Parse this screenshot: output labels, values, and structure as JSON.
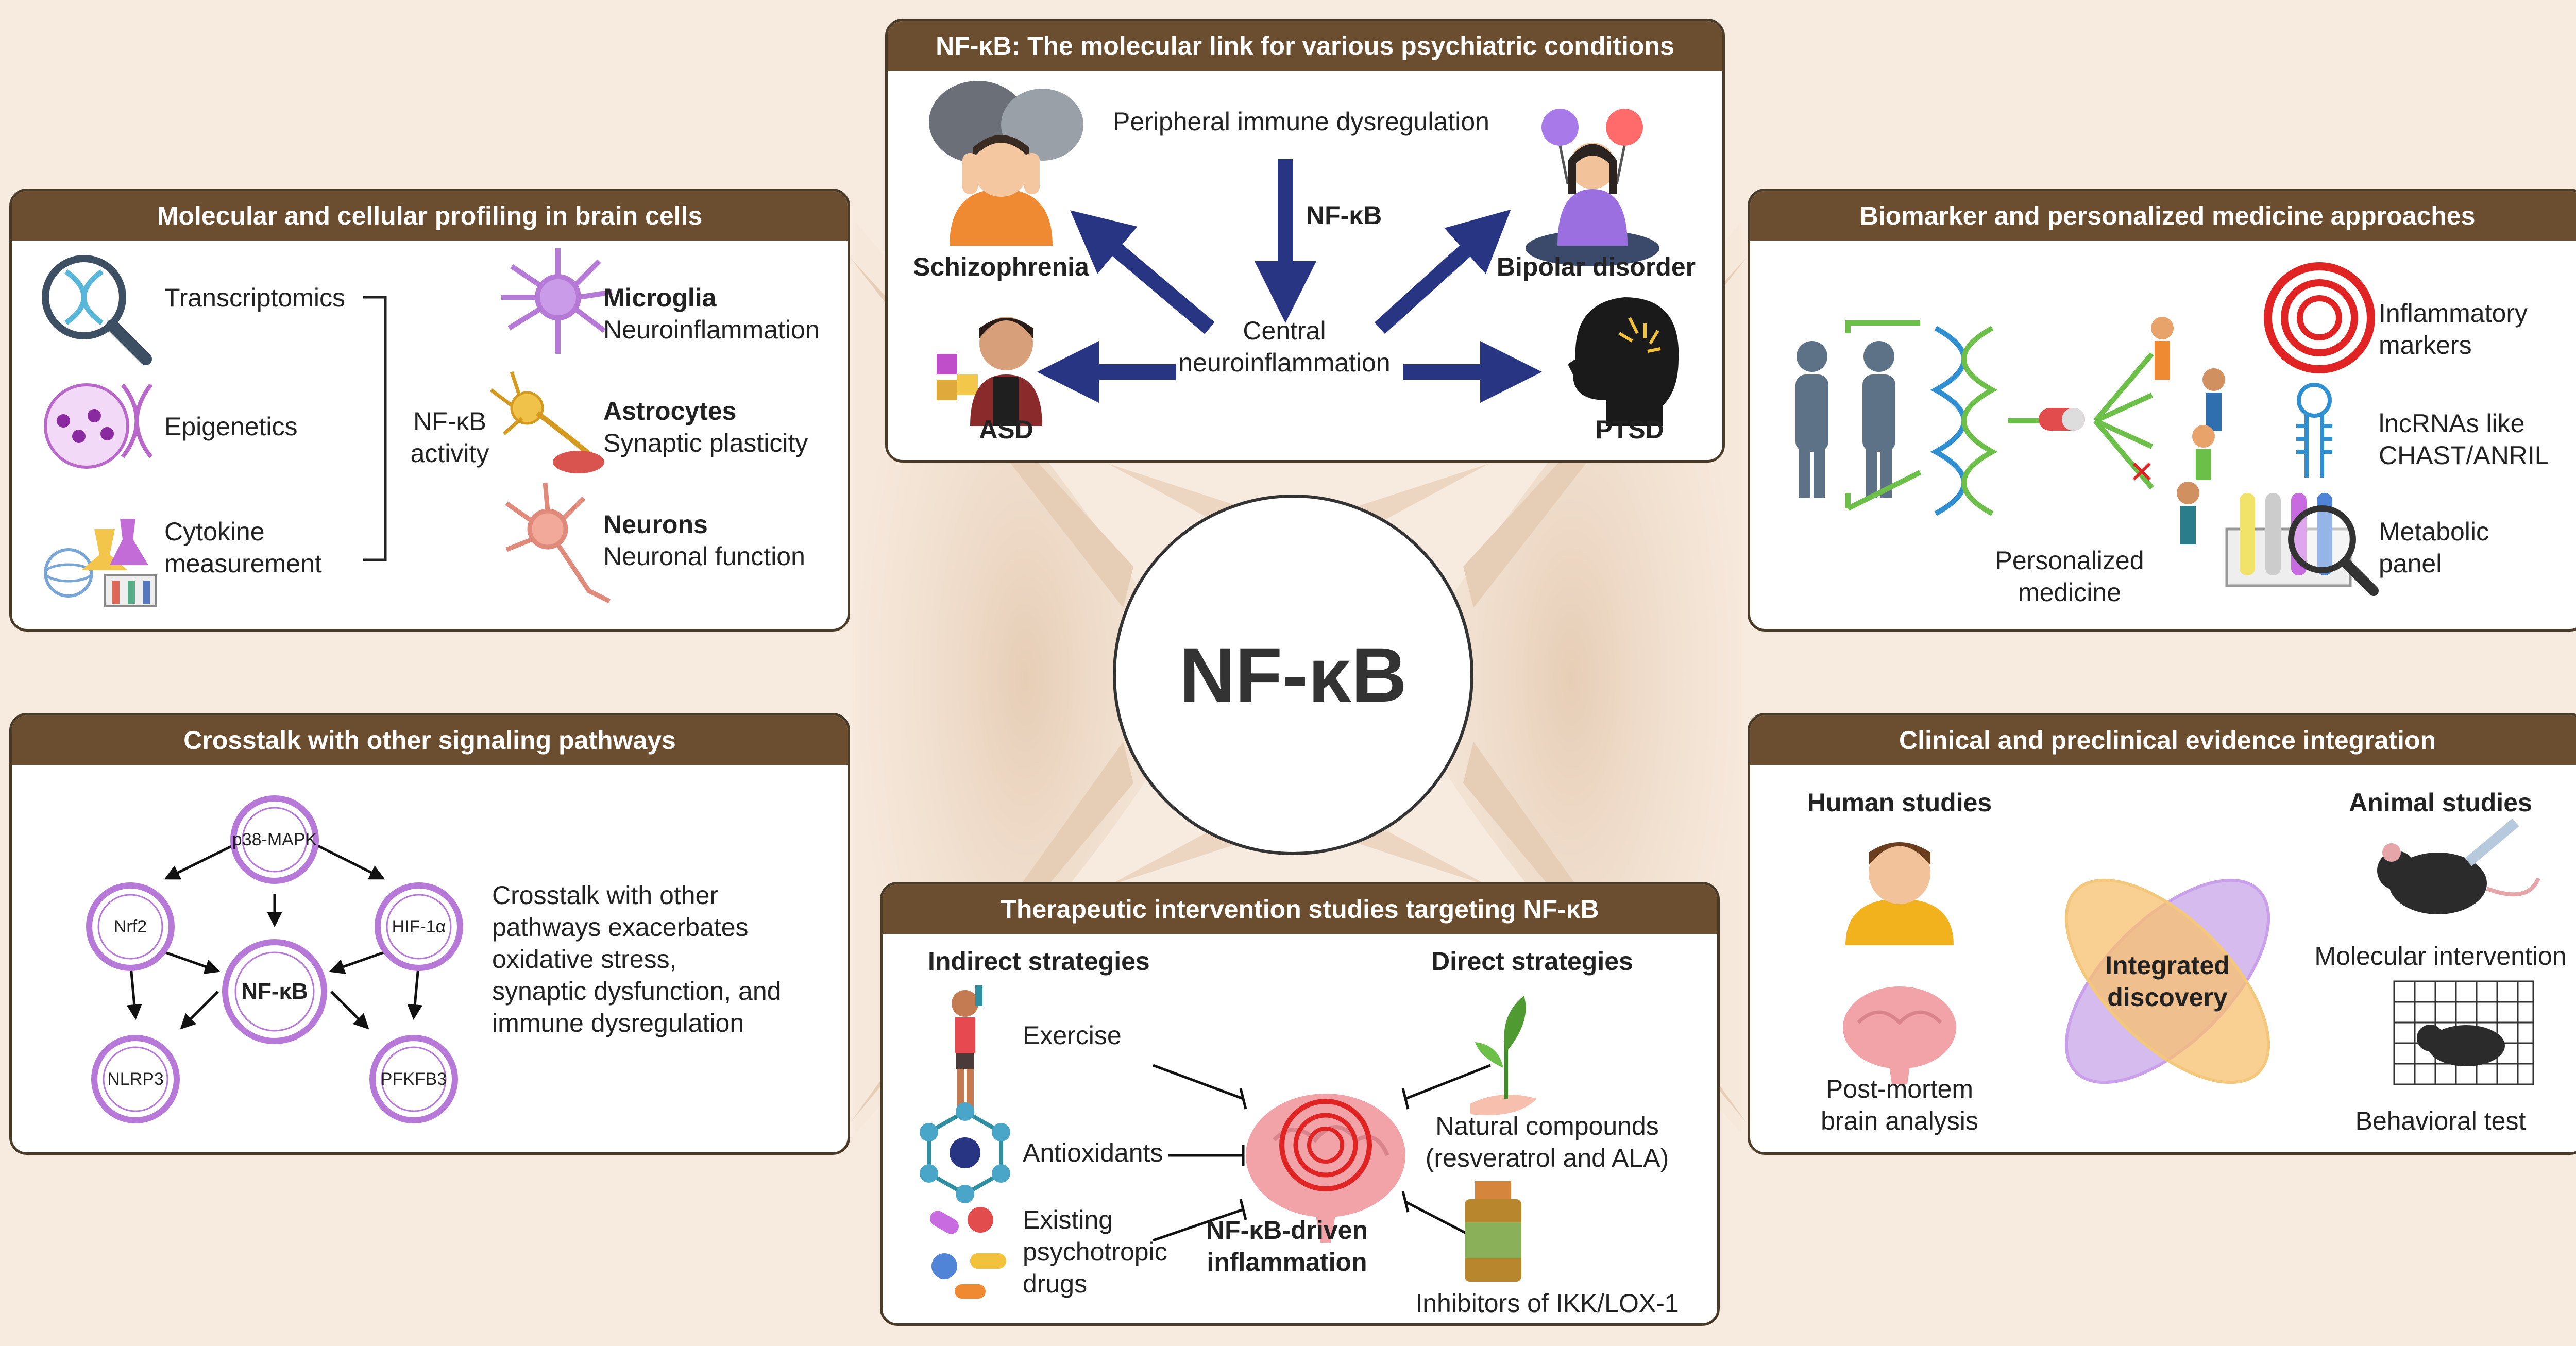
{
  "center": {
    "title": "NF-κB"
  },
  "psych": {
    "header": "NF-κB: The molecular link for various psychiatric conditions",
    "peripheral": "Peripheral immune dysregulation",
    "nfkb": "NF-κB",
    "central_line1": "Central",
    "central_line2": "neuroinflammation",
    "schizophrenia": "Schizophrenia",
    "bipolar": "Bipolar disorder",
    "asd": "ASD",
    "ptsd": "PTSD"
  },
  "molecular": {
    "header": "Molecular and cellular profiling in brain cells",
    "transcriptomics": "Transcriptomics",
    "epigenetics": "Epigenetics",
    "cytokine_line1": "Cytokine",
    "cytokine_line2": "measurement",
    "activity_line1": "NF-κB",
    "activity_line2": "activity",
    "cells": [
      {
        "name": "Microglia",
        "function": "Neuroinflammation"
      },
      {
        "name": "Astrocytes",
        "function": "Synaptic plasticity"
      },
      {
        "name": "Neurons",
        "function": "Neuronal function"
      }
    ]
  },
  "biomarker": {
    "header": "Biomarker and personalized medicine approaches",
    "personalized_line1": "Personalized",
    "personalized_line2": "medicine",
    "inflammatory_line1": "Inflammatory",
    "inflammatory_line2": "markers",
    "lncrna_line1": "lncRNAs like",
    "lncrna_line2": "CHAST/ANRIL",
    "metabolic_line1": "Metabolic",
    "metabolic_line2": "panel"
  },
  "crosstalk": {
    "header": "Crosstalk with other signaling pathways",
    "nodes": {
      "center": "NF-κB",
      "top": "p38-MAPK",
      "left": "Nrf2",
      "right": "HIF-1α",
      "bottom_left": "NLRP3",
      "bottom_right": "PFKFB3"
    },
    "description": [
      "Crosstalk with other",
      "pathways exacerbates",
      "oxidative stress,",
      "synaptic dysfunction, and",
      "immune dysregulation"
    ]
  },
  "therapeutic": {
    "header": "Therapeutic intervention studies targeting NF-κB",
    "indirect": "Indirect strategies",
    "direct": "Direct strategies",
    "exercise": "Exercise",
    "antioxidants": "Antioxidants",
    "drugs_line1": "Existing",
    "drugs_line2": "psychotropic",
    "drugs_line3": "drugs",
    "driven_line1": "NF-κB-driven",
    "driven_line2": "inflammation",
    "natural_line1": "Natural compounds",
    "natural_line2": "(resveratrol and ALA)",
    "inhibitors": "Inhibitors of IKK/LOX-1"
  },
  "clinical": {
    "header": "Clinical and preclinical evidence integration",
    "human": "Human studies",
    "animal": "Animal studies",
    "integrated_line1": "Integrated",
    "integrated_line2": "discovery",
    "postmortem_line1": "Post-mortem",
    "postmortem_line2": "brain analysis",
    "molecular_intervention": "Molecular intervention",
    "behavioral": "Behavioral test"
  }
}
